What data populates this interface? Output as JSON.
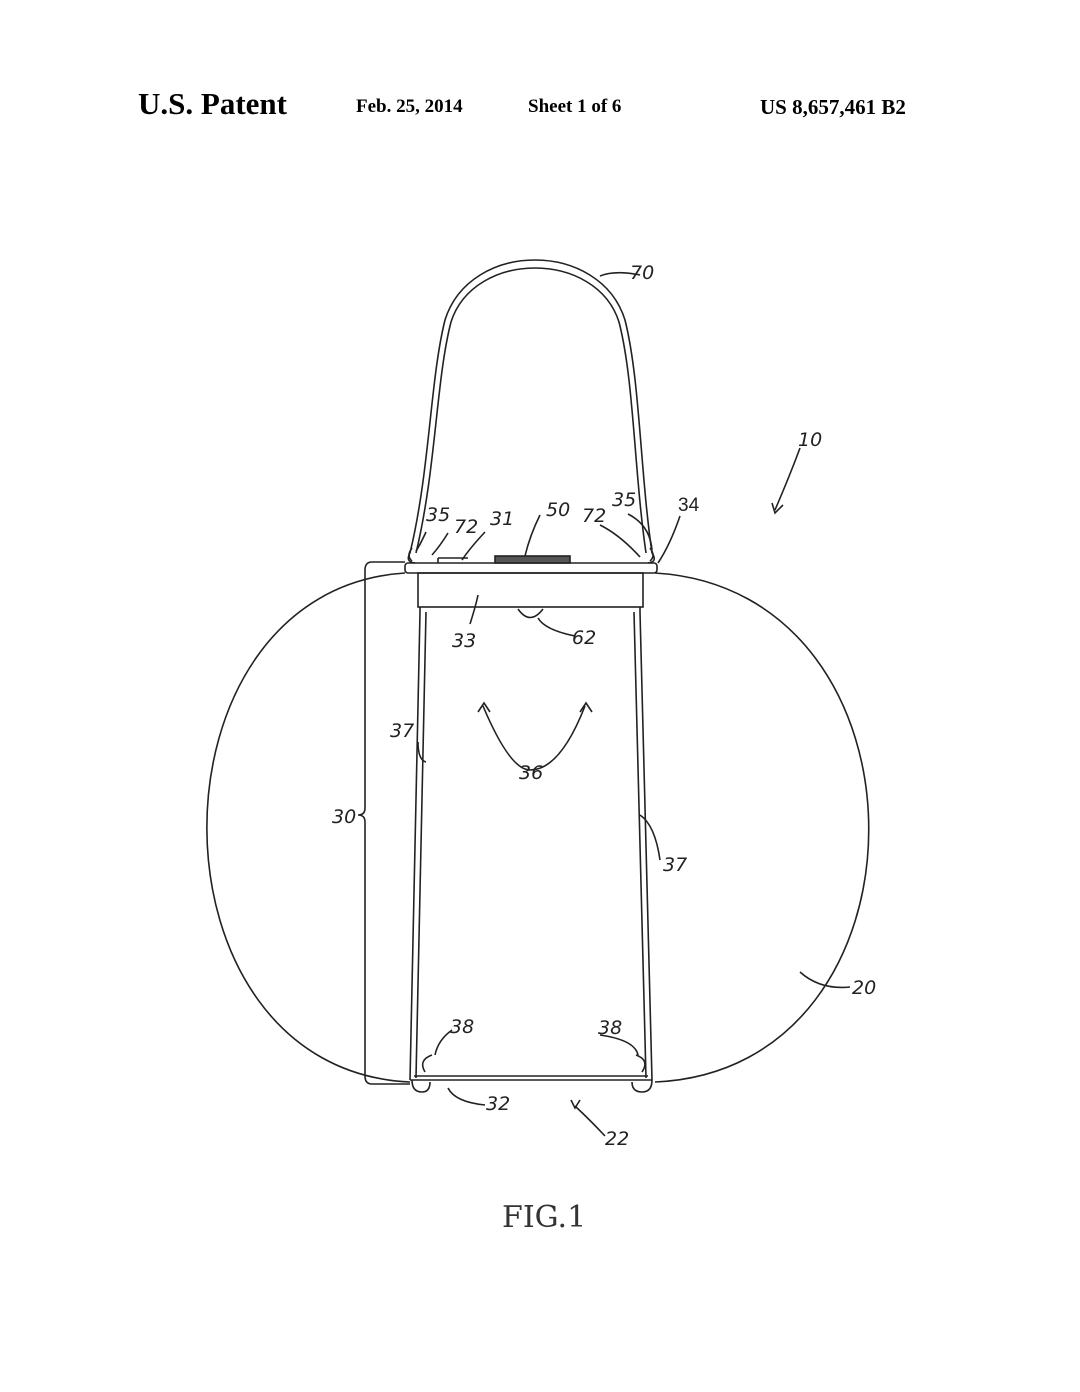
{
  "header": {
    "title": "U.S. Patent",
    "date": "Feb. 25, 2014",
    "sheet": "Sheet 1 of 6",
    "patent_number": "US 8,657,461 B2"
  },
  "figure": {
    "caption": "FIG.1",
    "refs": {
      "r10": "10",
      "r20": "20",
      "r22": "22",
      "r30": "30",
      "r31": "31",
      "r32": "32",
      "r33": "33",
      "r34": "34",
      "r35a": "35",
      "r35b": "35",
      "r36": "36",
      "r37a": "37",
      "r37b": "37",
      "r38a": "38",
      "r38b": "38",
      "r50": "50",
      "r62": "62",
      "r70": "70",
      "r72a": "72",
      "r72b": "72"
    }
  }
}
